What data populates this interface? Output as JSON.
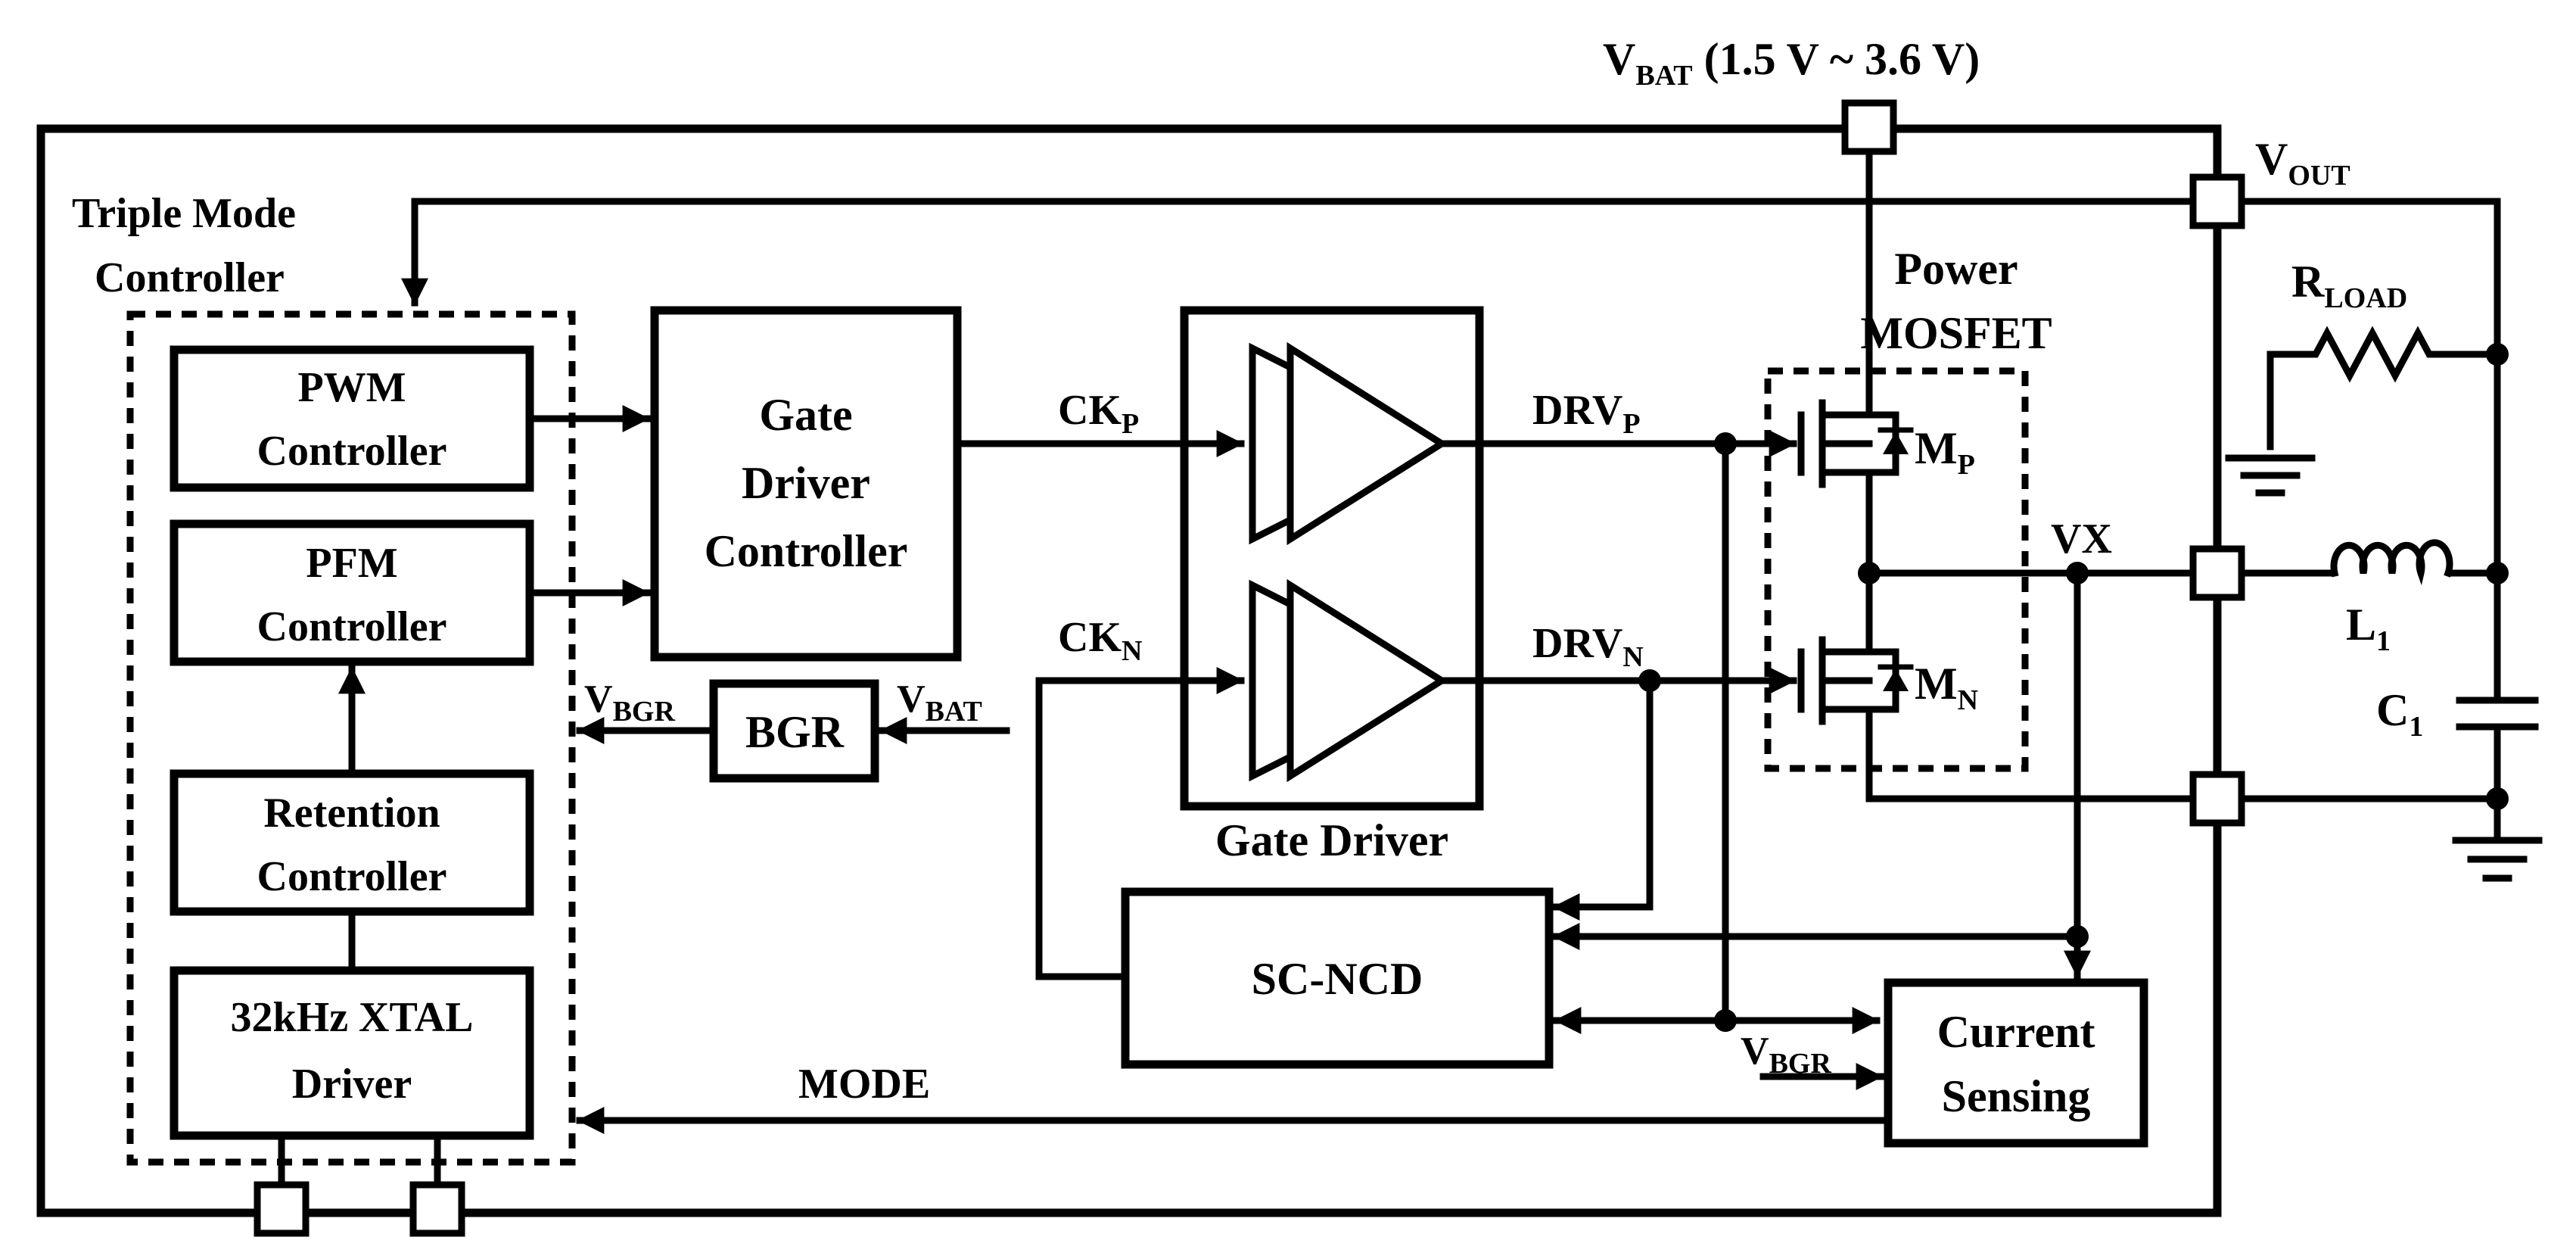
{
  "labels": {
    "vbat_main": "V",
    "vbat_main_sub": "BAT",
    "vbat_range": " (1.5 V ~ 3.6 V)",
    "vout": "V",
    "vout_sub": "OUT",
    "triple_mode_1": "Triple Mode",
    "triple_mode_2": "Controller",
    "pwm_1": "PWM",
    "pwm_2": "Controller",
    "pfm_1": "PFM",
    "pfm_2": "Controller",
    "retention_1": "Retention",
    "retention_2": "Controller",
    "xtal_1": "32kHz XTAL",
    "xtal_2": "Driver",
    "gdc_1": "Gate",
    "gdc_2": "Driver",
    "gdc_3": "Controller",
    "ckp": "CK",
    "ckp_sub": "P",
    "ckn": "CK",
    "ckn_sub": "N",
    "gate_driver": "Gate Driver",
    "drvp": "DRV",
    "drvp_sub": "P",
    "drvn": "DRV",
    "drvn_sub": "N",
    "power_1": "Power",
    "power_2": "MOSFET",
    "mp": "M",
    "mp_sub": "P",
    "mn": "M",
    "mn_sub": "N",
    "vx": "VX",
    "rload": "R",
    "rload_sub": "LOAD",
    "l1": "L",
    "l1_sub": "1",
    "c1": "C",
    "c1_sub": "1",
    "vbgr_left": "V",
    "vbgr_left_sub": "BGR",
    "bgr": "BGR",
    "vbat_bgr": "V",
    "vbat_bgr_sub": "BAT",
    "scncd": "SC-NCD",
    "current_1": "Current",
    "current_2": "Sensing",
    "vbgr_cs": "V",
    "vbgr_cs_sub": "BGR",
    "mode": "MODE"
  }
}
